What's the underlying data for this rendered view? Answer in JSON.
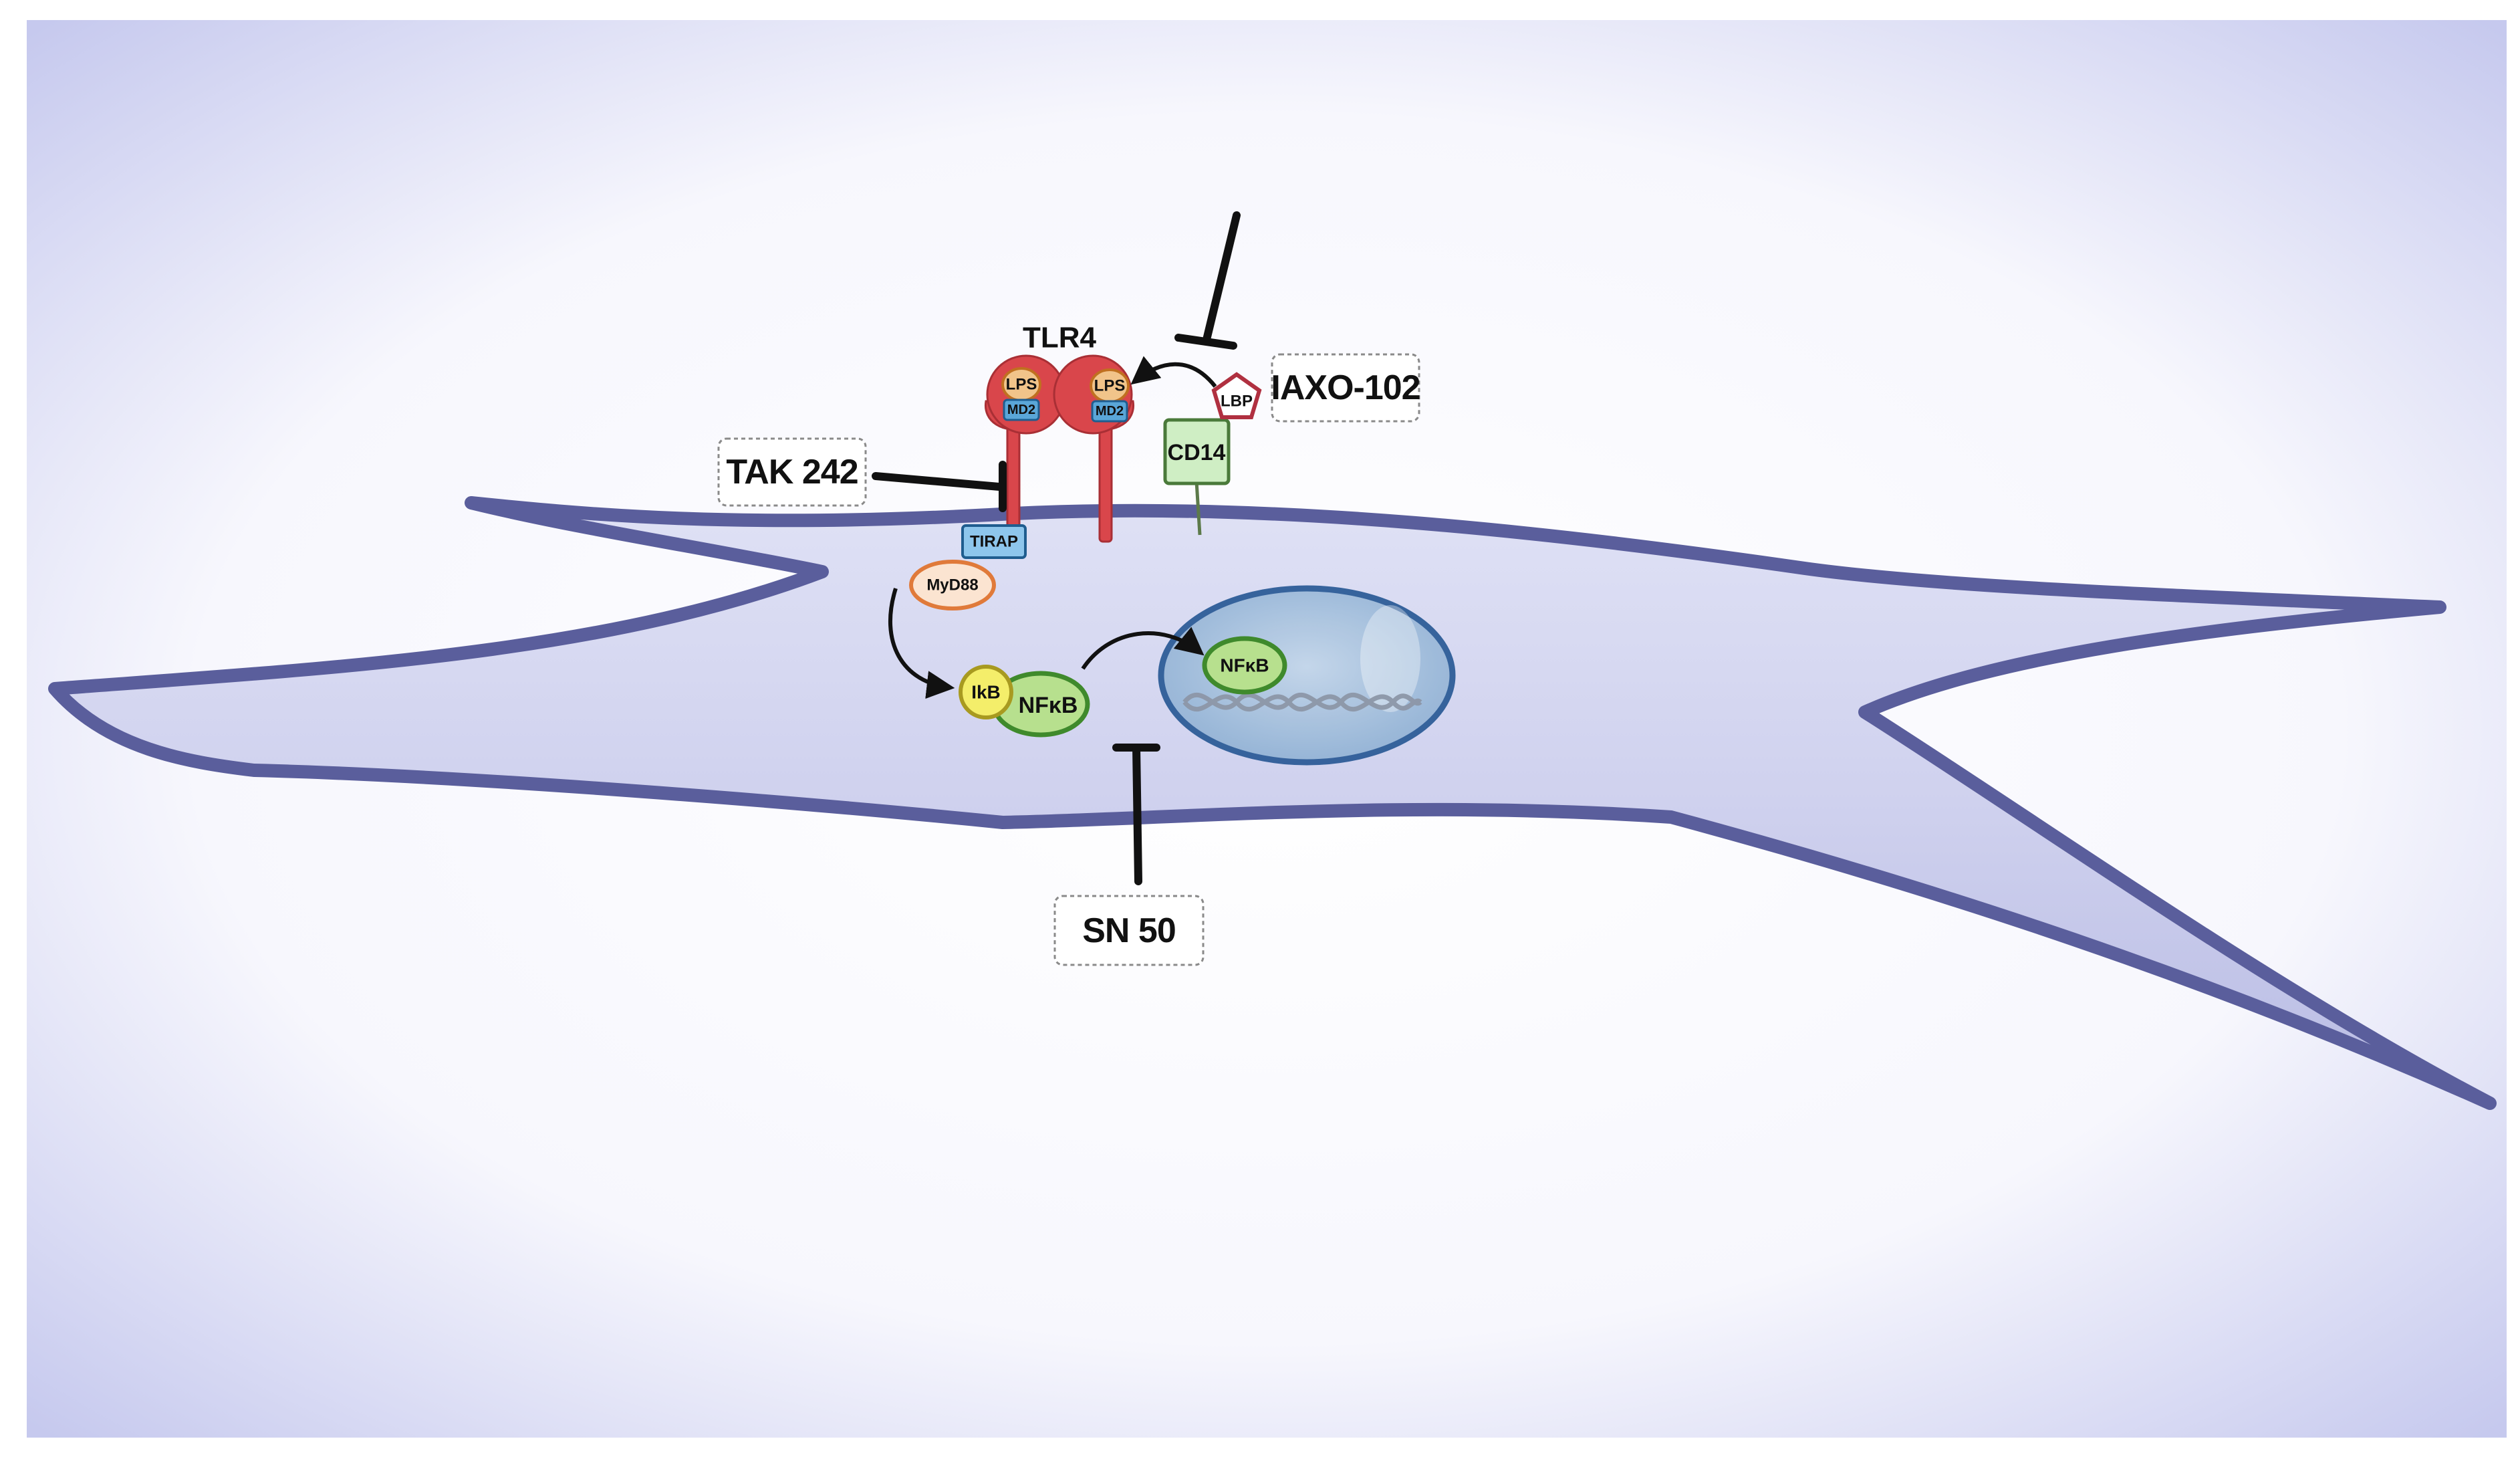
{
  "labels": {
    "tlr4": "TLR4",
    "lps_left": "LPS",
    "md2_left": "MD2",
    "lps_right": "LPS",
    "md2_right": "MD2",
    "lbp": "LBP",
    "cd14": "CD14",
    "tirap": "TIRAP",
    "myd88": "MyD88",
    "ikb": "IkB",
    "nfkb_cyto": "NFκB",
    "nfkb_nucleus": "NFκB"
  },
  "inhibitors": {
    "iaxo": "IAXO-102",
    "tak": "TAK 242",
    "sn50": "SN 50"
  },
  "colors": {
    "membrane": "#5a5e9c",
    "cytoplasm": "#d4d6f0",
    "nucleus_fill": "#a9c3da",
    "nucleus_stroke": "#2e5d98",
    "receptor": "#d9464b",
    "nfkb_fill": "#b7e08e",
    "nfkb_stroke": "#3f8a2c",
    "ikb_fill": "#f4ee6a",
    "tirap_fill": "#8ec6ec",
    "myd88_stroke": "#e07a3a",
    "cd14_fill": "#cfeec4",
    "lbp_stroke": "#b03040"
  }
}
